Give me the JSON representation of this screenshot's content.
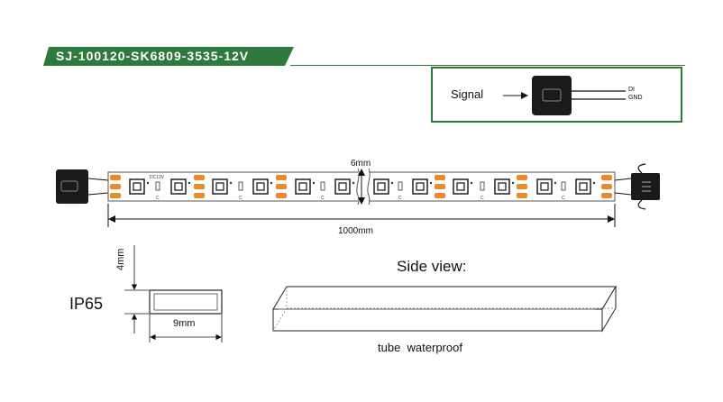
{
  "header": {
    "title": "SJ-100120-SK6809-3535-12V"
  },
  "signal_box": {
    "label": "Signal",
    "wire_di": "DI",
    "wire_gnd": "GND"
  },
  "strip": {
    "width_label": "6mm",
    "length_label": "1000mm",
    "voltage_label": "DC12V",
    "cut_mark": "C"
  },
  "cross_section": {
    "rating": "IP65",
    "height_label": "4mm",
    "width_label": "9mm"
  },
  "side_view": {
    "title": "Side view:",
    "caption": "tube  waterproof"
  },
  "colors": {
    "accent_green": "#2e7a3c",
    "led_orange": "#e8892a",
    "connector_black": "#1a1a1a"
  }
}
